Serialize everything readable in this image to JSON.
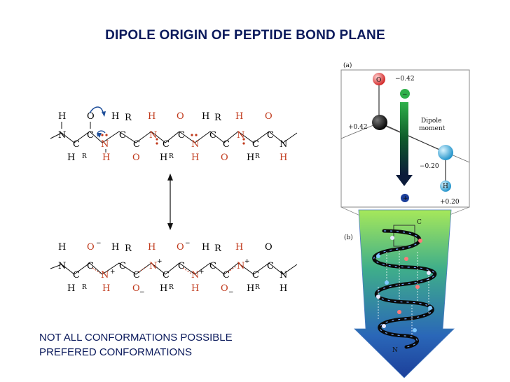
{
  "title": "DIPOLE ORIGIN OF PEPTIDE BOND PLANE",
  "footer": {
    "line1": "NOT ALL CONFORMATIONS POSSIBLE",
    "line2": "PREFERED CONFORMATIONS"
  },
  "panel_a": {
    "tag": "(a)",
    "o_atom": "O",
    "h_atom": "H",
    "o_charge": "−0.42",
    "c_charge": "+0.42",
    "n_charge": "−0.20",
    "h_charge": "+0.20",
    "dipole_label_1": "Dipole",
    "dipole_label_2": "moment",
    "minus_sign": "−",
    "plus_sign": "+"
  },
  "panel_b": {
    "tag": "(b)",
    "c_label": "C",
    "n_label": "N"
  },
  "colors": {
    "title": "#0b1a5c",
    "accent_red": "#c0391b",
    "arrow_blue": "#1f4f9a"
  }
}
